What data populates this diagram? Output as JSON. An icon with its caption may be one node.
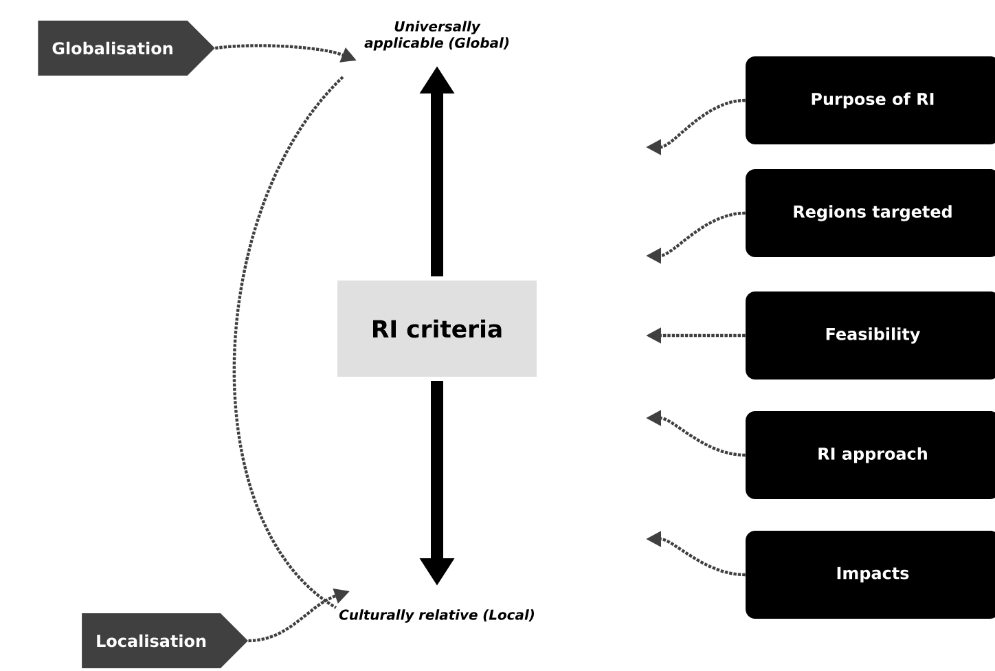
{
  "diagram": {
    "nodes": [
      {
        "text": [
          "Globalisation"
        ]
      },
      {
        "text": [
          "Localisation"
        ]
      },
      {
        "text": [
          "Universally applicable (Global)"
        ]
      },
      {
        "text": [
          "RI criteria"
        ]
      },
      {
        "text": [
          "Culturally relative (Local)"
        ]
      },
      {
        "text": [
          "Purpose of RI"
        ]
      },
      {
        "text": [
          "Regions targeted"
        ]
      },
      {
        "text": [
          "Feasibility"
        ]
      },
      {
        "text": [
          "RI approach"
        ]
      },
      {
        "text": [
          "Impacts"
        ]
      }
    ],
    "edges": [
      {
        "from": 0,
        "to": 2,
        "arrow": "to",
        "style": "dashed"
      },
      {
        "from": 1,
        "to": 4,
        "arrow": "to",
        "style": "dashed"
      },
      {
        "from": 2,
        "to": 4,
        "arrow": "none",
        "style": "dashed"
      },
      {
        "from": 3,
        "to": 2,
        "arrow": "to",
        "style": "thick"
      },
      {
        "from": 3,
        "to": 4,
        "arrow": "to",
        "style": "thick"
      },
      {
        "from": 5,
        "to": null,
        "arrow": "to",
        "style": "dashed"
      },
      {
        "from": 6,
        "to": null,
        "arrow": "to",
        "style": "dashed"
      },
      {
        "from": 7,
        "to": null,
        "arrow": "to",
        "style": "dashed"
      },
      {
        "from": 8,
        "to": null,
        "arrow": "to",
        "style": "dashed"
      },
      {
        "from": 9,
        "to": null,
        "arrow": "to",
        "style": "dashed"
      }
    ]
  }
}
